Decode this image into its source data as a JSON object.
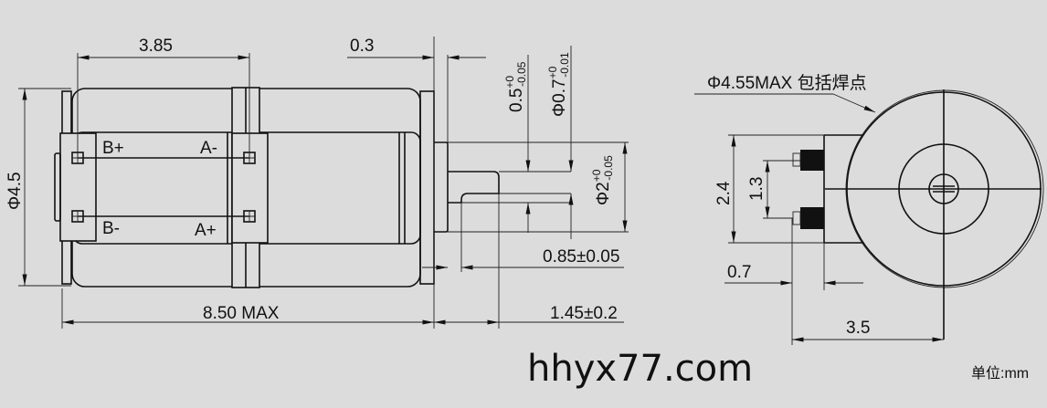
{
  "side_view": {
    "labels": {
      "b_plus": "B+",
      "a_minus": "A-",
      "b_minus": "B-",
      "a_plus": "A+"
    },
    "dims": {
      "pad_pitch": "3.85",
      "flange": "0.3",
      "diameter": "Φ4.5",
      "length": "8.50 MAX",
      "shaft_length": "1.45±0.2",
      "flat_length": "0.85±0.05",
      "flat_depth": {
        "base": "0.5",
        "upper": "+0",
        "lower": "-0.05"
      },
      "shaft_dia": {
        "base": "Φ0.7",
        "upper": "+0",
        "lower": "-0.01"
      },
      "boss_dia": {
        "base": "Φ2",
        "upper": "+0",
        "lower": "-0.05"
      }
    }
  },
  "end_view": {
    "dims": {
      "outer": "Φ4.55MAX 包括焊点",
      "block_height": "2.4",
      "pad_pitch": "1.3",
      "pad_offset": "0.7",
      "pad_to_center": "3.5"
    }
  },
  "watermark": "hhyx77.com",
  "units": "单位:mm"
}
